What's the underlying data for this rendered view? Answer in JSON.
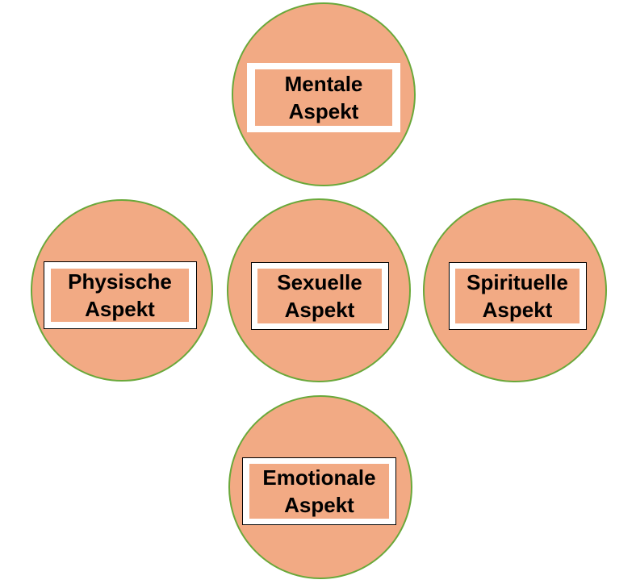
{
  "colors": {
    "circle_fill": "#f2aa84",
    "circle_border": "#6aa83a",
    "box_border": "#000000",
    "box_frame": "#ffffff"
  },
  "nodes": {
    "mental": {
      "line1": "Mentale",
      "line2": "Aspekt"
    },
    "physical": {
      "line1": "Physische",
      "line2": "Aspekt"
    },
    "sexual": {
      "line1": "Sexuelle",
      "line2": "Aspekt"
    },
    "spiritual": {
      "line1": "Spirituelle",
      "line2": "Aspekt"
    },
    "emotional": {
      "line1": "Emotionale",
      "line2": "Aspekt"
    }
  }
}
